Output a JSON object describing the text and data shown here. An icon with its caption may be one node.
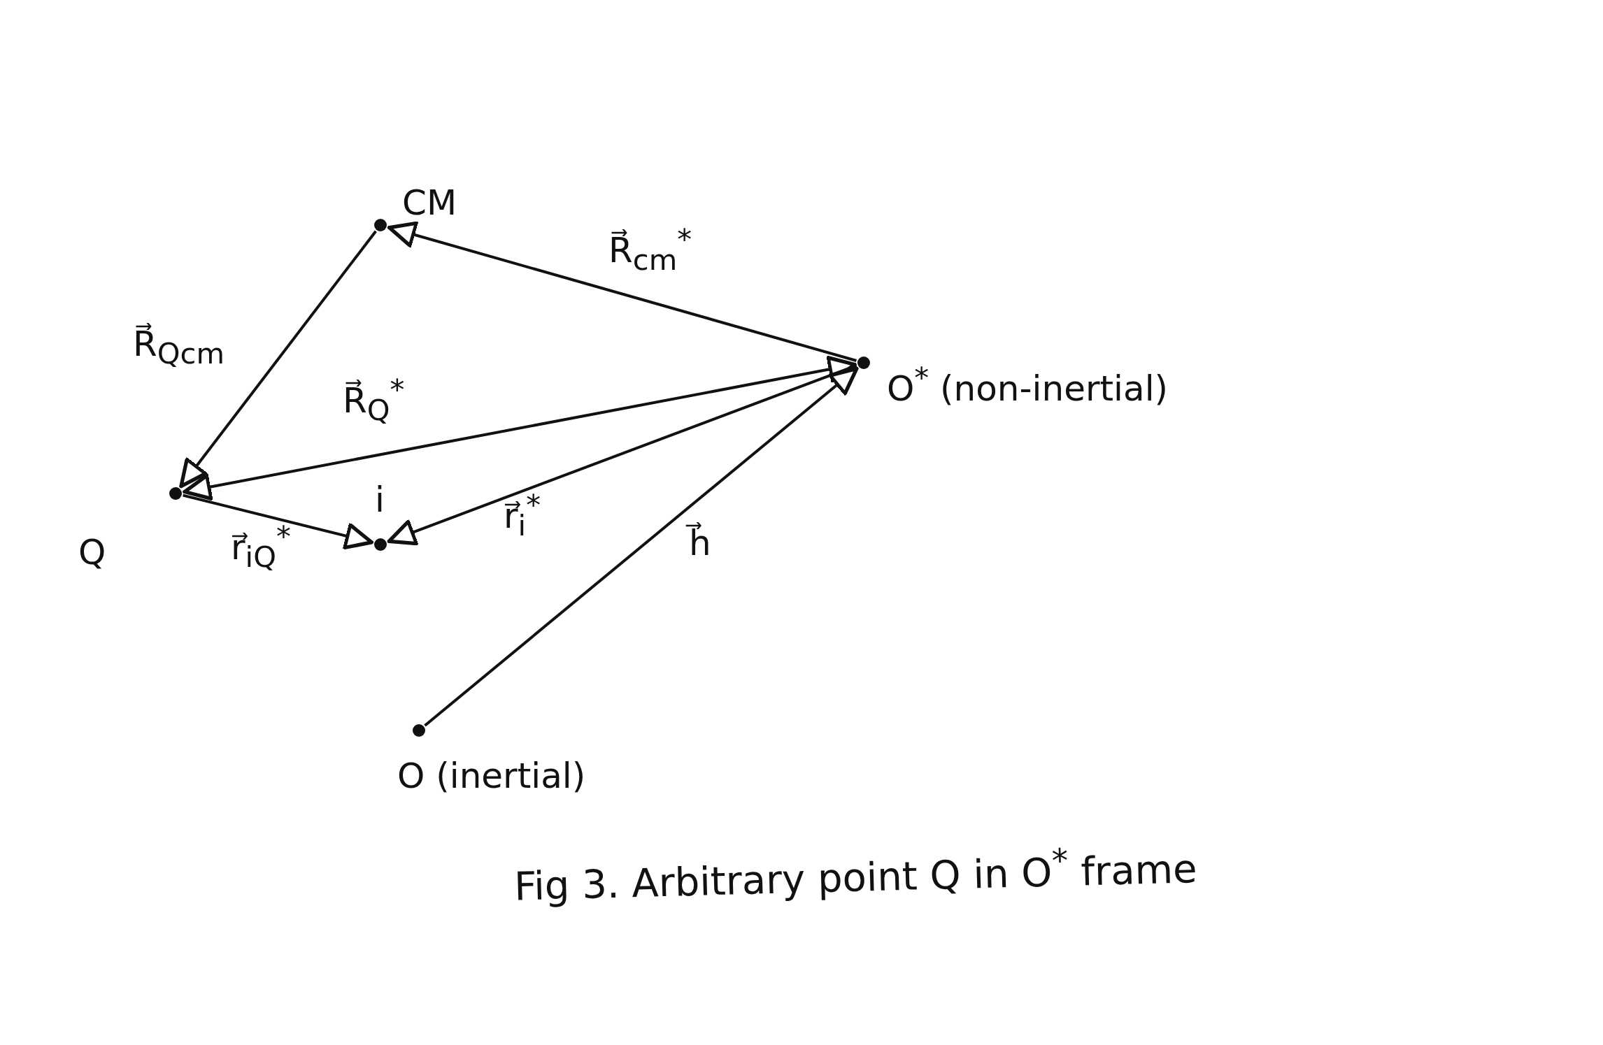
{
  "diagram": {
    "caption": "Fig 3. Arbitrary point Q in O$^{*}$ frame",
    "nodes": [
      {
        "text": [
          "CM"
        ]
      },
      {
        "text": [
          "O$^{*}$ (non-inertial)"
        ]
      },
      {
        "text": [
          "Q"
        ]
      },
      {
        "text": [
          "i"
        ]
      },
      {
        "text": [
          "O (inertial)"
        ]
      }
    ],
    "edges": [
      {
        "from": 0,
        "to": 2,
        "arrow": "to",
        "label": "R⃗$_{Qcm}$"
      },
      {
        "from": 1,
        "to": 0,
        "arrow": "to",
        "label": "R⃗$_{cm}$$^{*}$"
      },
      {
        "from": 1,
        "to": 2,
        "arrow": "both",
        "label": "R⃗$_{Q}$$^{*}$"
      },
      {
        "from": 2,
        "to": 3,
        "arrow": "to",
        "label": "r⃗$_{iQ}$$^{*}$"
      },
      {
        "from": 1,
        "to": 3,
        "arrow": "to",
        "label": "r⃗$_{i}$$^{*}$"
      },
      {
        "from": 4,
        "to": 1,
        "arrow": "to",
        "label": "h⃗"
      }
    ]
  }
}
